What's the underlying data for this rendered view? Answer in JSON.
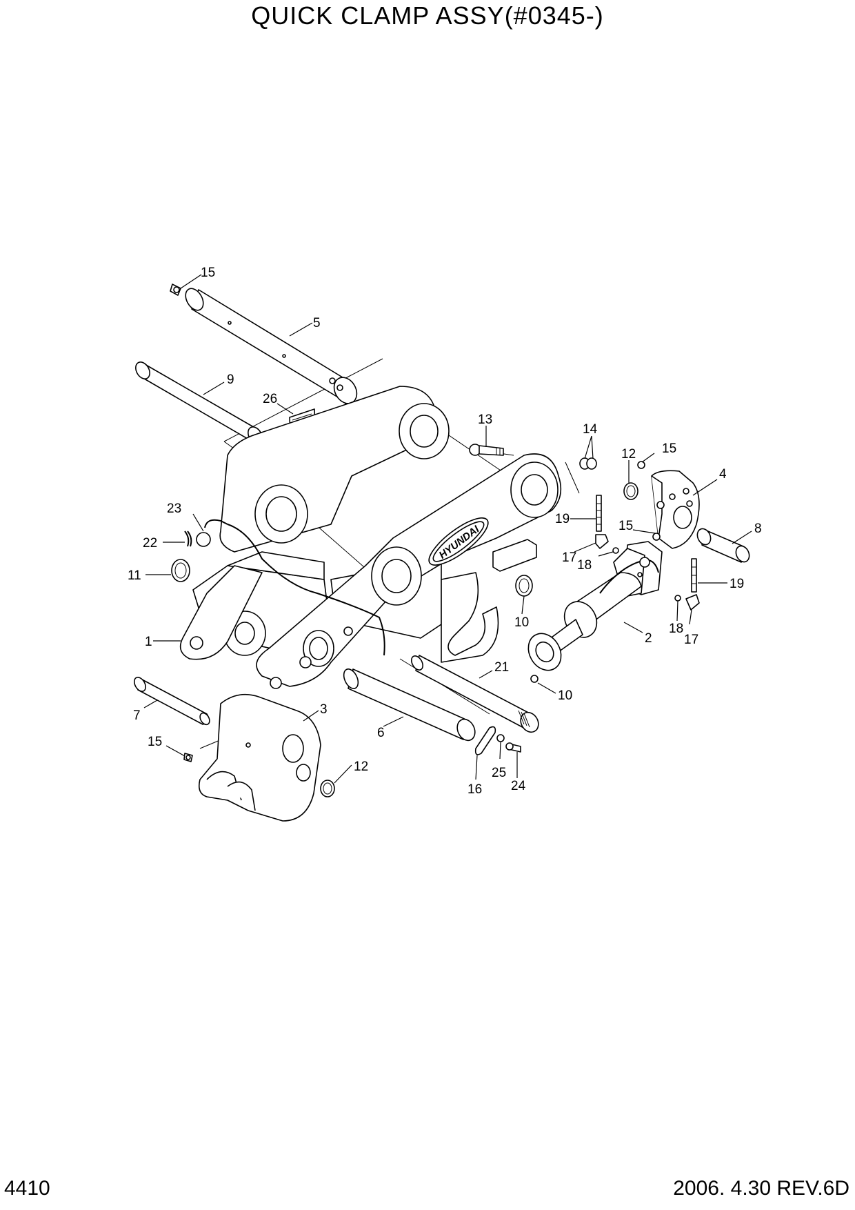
{
  "title": "QUICK CLAMP ASSY(#0345-)",
  "page_number": "4410",
  "revision": "2006. 4.30  REV.6D",
  "plate_text": "HYUNDAI",
  "callouts": [
    {
      "id": "c15a",
      "label": "15"
    },
    {
      "id": "c5",
      "label": "5"
    },
    {
      "id": "c9",
      "label": "9"
    },
    {
      "id": "c26",
      "label": "26"
    },
    {
      "id": "c13",
      "label": "13"
    },
    {
      "id": "c14",
      "label": "14"
    },
    {
      "id": "c12a",
      "label": "12"
    },
    {
      "id": "c15b",
      "label": "15"
    },
    {
      "id": "c4",
      "label": "4"
    },
    {
      "id": "c23",
      "label": "23"
    },
    {
      "id": "c19a",
      "label": "19"
    },
    {
      "id": "c8",
      "label": "8"
    },
    {
      "id": "c15c",
      "label": "15"
    },
    {
      "id": "c22",
      "label": "22"
    },
    {
      "id": "c17a",
      "label": "17"
    },
    {
      "id": "c18a",
      "label": "18"
    },
    {
      "id": "c11",
      "label": "11"
    },
    {
      "id": "c19b",
      "label": "19"
    },
    {
      "id": "c10a",
      "label": "10"
    },
    {
      "id": "c18b",
      "label": "18"
    },
    {
      "id": "c1",
      "label": "1"
    },
    {
      "id": "c2",
      "label": "2"
    },
    {
      "id": "c17b",
      "label": "17"
    },
    {
      "id": "c21",
      "label": "21"
    },
    {
      "id": "c10b",
      "label": "10"
    },
    {
      "id": "c3",
      "label": "3"
    },
    {
      "id": "c7",
      "label": "7"
    },
    {
      "id": "c6",
      "label": "6"
    },
    {
      "id": "c15d",
      "label": "15"
    },
    {
      "id": "c12b",
      "label": "12"
    },
    {
      "id": "c25",
      "label": "25"
    },
    {
      "id": "c24",
      "label": "24"
    },
    {
      "id": "c16",
      "label": "16"
    }
  ]
}
